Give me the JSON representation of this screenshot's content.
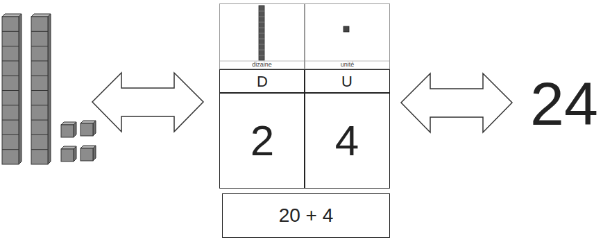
{
  "diagram": {
    "nodes": [
      {
        "text": [
          "dizaine"
        ]
      },
      {
        "text": [
          "unité"
        ]
      },
      {
        "text": [
          "D"
        ]
      },
      {
        "text": [
          "U"
        ]
      },
      {
        "text": [
          "2"
        ]
      },
      {
        "text": [
          "4"
        ]
      },
      {
        "text": [
          "20 + 4"
        ]
      }
    ],
    "labels": [
      "24"
    ]
  }
}
